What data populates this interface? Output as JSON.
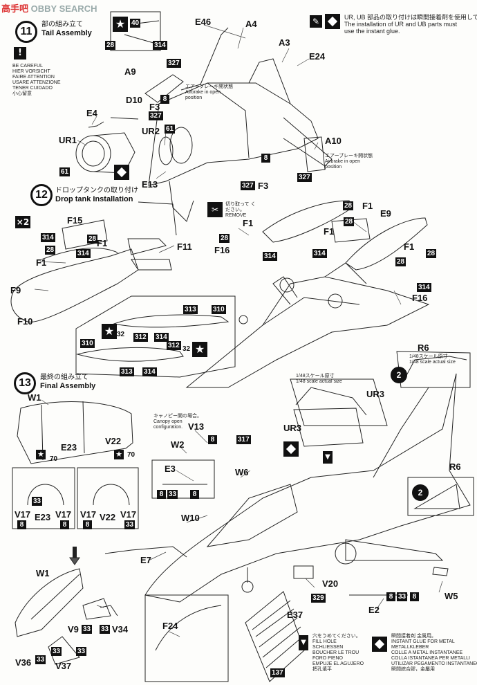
{
  "watermark": {
    "logo": "高手吧",
    "text": "OBBY SEARCH"
  },
  "steps": [
    {
      "number": "11",
      "title_jp": "部の組み立て",
      "title_en": "Tail Assembly"
    },
    {
      "number": "12",
      "title_jp": "ドロップタンクの取り付け",
      "title_en": "Drop tank Installation"
    },
    {
      "number": "13",
      "title_jp": "最終の組み立て",
      "title_en": "Final Assembly"
    }
  ],
  "caution": {
    "lines": [
      "BE CAREFUL",
      "HIER VORSICHT",
      "FAIRE ATTENTION",
      "USARE ATTENZIONE",
      "TENER CUIDADO",
      "小心留意"
    ]
  },
  "glue_note": {
    "jp": "UR, UB 部品の取り付けは瞬間接着剤を使用してください。",
    "en": "The installation of UR and UB parts must use the instant glue."
  },
  "airbrake_note_a9": {
    "jp": "エアーブレーキ開状態",
    "en1": "Airbrake in open",
    "en2": "position"
  },
  "airbrake_note_a10": {
    "jp": "エアーブレーキ開状態",
    "en1": "Airbrake in open",
    "en2": "position"
  },
  "remove_note": {
    "jp": "切り取って ください。",
    "en": "REMOVE"
  },
  "canopy_note": {
    "jp": "キャノピー開の場合。",
    "en1": "Canopy open",
    "en2": "configuration."
  },
  "scale_note_1": {
    "jp": "1/48スケール原寸",
    "en": "1/48 scale actual size"
  },
  "scale_note_2": {
    "jp": "1/48スケール原寸",
    "en": "1/48 scale actual size"
  },
  "multiplier": "×2",
  "legend_fill": {
    "jp": "穴をうめてください。",
    "lines": [
      "FILL HOLE",
      "SCHLIESSEN",
      "BOUCHER LE TROU",
      "FORO PIENO",
      "EMPUJE EL AGUJERO",
      "把孔填平"
    ]
  },
  "legend_glue": {
    "jp": "瞬間接着剤 金属用。",
    "lines": [
      "INSTANT GLUE FOR METAL",
      "METALLKLEBER",
      "COLLE A METAL INSTANTANEE",
      "COLLA ISTANTANEA PER METALLI",
      "UTILIZAR PEGAMENTO INSTANTANEO",
      "瞬間綜合膠，金屬用"
    ]
  },
  "labels": {
    "E46": "E46",
    "A4": "A4",
    "A3": "A3",
    "E24": "E24",
    "A9": "A9",
    "D10": "D10",
    "F3a": "F3",
    "F3b": "F3",
    "E4": "E4",
    "UR1": "UR1",
    "UR2": "UR2",
    "E13": "E13",
    "A10": "A10",
    "F15": "F15",
    "F1a": "F1",
    "F1b": "F1",
    "F11": "F11",
    "F9": "F9",
    "F10": "F10",
    "F1c": "F1",
    "F16a": "F16",
    "F1d": "F1",
    "F1e": "F1",
    "E9": "E9",
    "F1f": "F1",
    "F16b": "F16",
    "R6a": "R6",
    "UR3a": "UR3",
    "W1a": "W1",
    "E23a": "E23",
    "V22a": "V22",
    "V13": "V13",
    "UR3b": "UR3",
    "W2": "W2",
    "W6": "W6",
    "E3": "E3",
    "V17a": "V17",
    "E23b": "E23",
    "V17b": "V17",
    "V17c": "V17",
    "V22b": "V22",
    "V17d": "V17",
    "W10": "W10",
    "R6b": "R6",
    "E7": "E7",
    "W1b": "W1",
    "V9": "V9",
    "V34": "V34",
    "V20": "V20",
    "W5": "W5",
    "E2": "E2",
    "F24": "F24",
    "E37": "E37",
    "V36": "V36",
    "V37": "V37"
  },
  "color_codes": {
    "c40": "40",
    "c28a": "28",
    "c314a": "314",
    "c327a": "327",
    "c8a": "8",
    "c327b": "327",
    "c61a": "61",
    "c61b": "61",
    "c8b": "8",
    "c327c": "327",
    "c327d": "327",
    "c314b": "314",
    "c28b": "28",
    "c28c": "28",
    "c314c": "314",
    "c313a": "313",
    "c310a": "310",
    "c32a": "32",
    "c312a": "312",
    "c314d": "314",
    "c310b": "310",
    "c312b": "312",
    "c32b": "32",
    "c313b": "313",
    "c314e": "314",
    "c28d": "28",
    "c28e": "28",
    "c314f": "314",
    "c28f": "28",
    "c28g": "28",
    "c314g": "314",
    "c28h": "28",
    "c314h": "314",
    "c70a": "70",
    "c70b": "70",
    "c8c": "8",
    "c317": "317",
    "c8d": "8",
    "c33a": "33",
    "c8e": "8",
    "c33b": "33",
    "c8f": "8",
    "c8g": "8",
    "c33c": "33",
    "c8h": "8",
    "c33d": "33",
    "c33e": "33",
    "c33f": "33",
    "c329": "329",
    "c8i": "8",
    "c33g": "33",
    "c8j": "8",
    "c33h": "33",
    "c33i": "33",
    "c137": "137"
  },
  "callouts": {
    "n2a": "2",
    "n2b": "2"
  }
}
